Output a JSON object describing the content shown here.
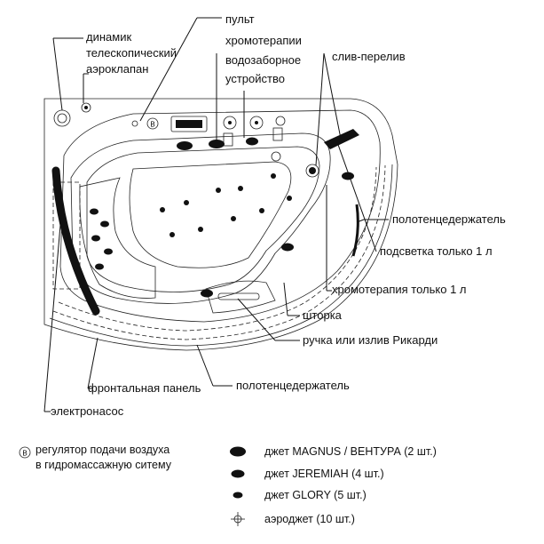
{
  "labels": {
    "speaker": "динамик",
    "air_valve_line1": "телескопический",
    "air_valve_line2": "аэроклапан",
    "remote_line1": "пульт",
    "remote_line2": "хромотерапии",
    "intake_line1": "водозаборное",
    "intake_line2": "устройство",
    "overflow": "слив-перелив",
    "towel_holder_right": "полотенцедержатель",
    "light": "подсветка только 1 л",
    "chromo": "хромотерапия только 1 л",
    "curtain": "шторка",
    "handle": "ручка или излив Рикарди",
    "front_panel": "фронтальная панель",
    "towel_holder_bottom": "полотенцедержатель",
    "pump": "электронасос"
  },
  "legend": {
    "regulator_symbol": "B",
    "regulator_line1": "регулятор подачи воздуха",
    "regulator_line2": "в гидромассажную ситему",
    "jet_magnus": "джет  MAGNUS / ВЕНТУРА (2 шт.)",
    "jet_jeremiah": "джет JEREMIAH (4 шт.)",
    "jet_glory": "джет GLORY (5 шт.)",
    "aero_jet": "аэроджет (10 шт.)"
  }
}
